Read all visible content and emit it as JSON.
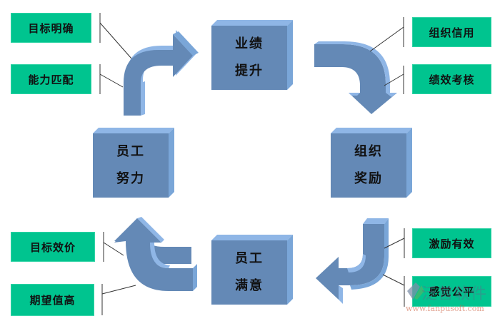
{
  "diagram": {
    "title": "",
    "cycle": [
      {
        "id": "performance",
        "lines": [
          "业绩",
          "提升"
        ]
      },
      {
        "id": "org-reward",
        "lines": [
          "组织",
          "奖励"
        ]
      },
      {
        "id": "employee-satisfaction",
        "lines": [
          "员工",
          "满意"
        ]
      },
      {
        "id": "employee-effort",
        "lines": [
          "员工",
          "努力"
        ]
      }
    ],
    "factors": {
      "top_left": [
        "目标明确",
        "能力匹配"
      ],
      "top_right": [
        "组织信用",
        "绩效考核"
      ],
      "bottom_left": [
        "目标效价",
        "期望值高"
      ],
      "bottom_right": [
        "激励有效",
        "感觉公平"
      ]
    },
    "colors": {
      "factor_box": "#00c48f",
      "cycle_box_front": "#6489b6",
      "cycle_box_side": "#7aa6d8",
      "arrow_main": "#6489b6",
      "arrow_light": "#8fb6e6"
    }
  },
  "watermark": {
    "brand": "泛普软件",
    "url": "www.fanpusoft.com"
  }
}
